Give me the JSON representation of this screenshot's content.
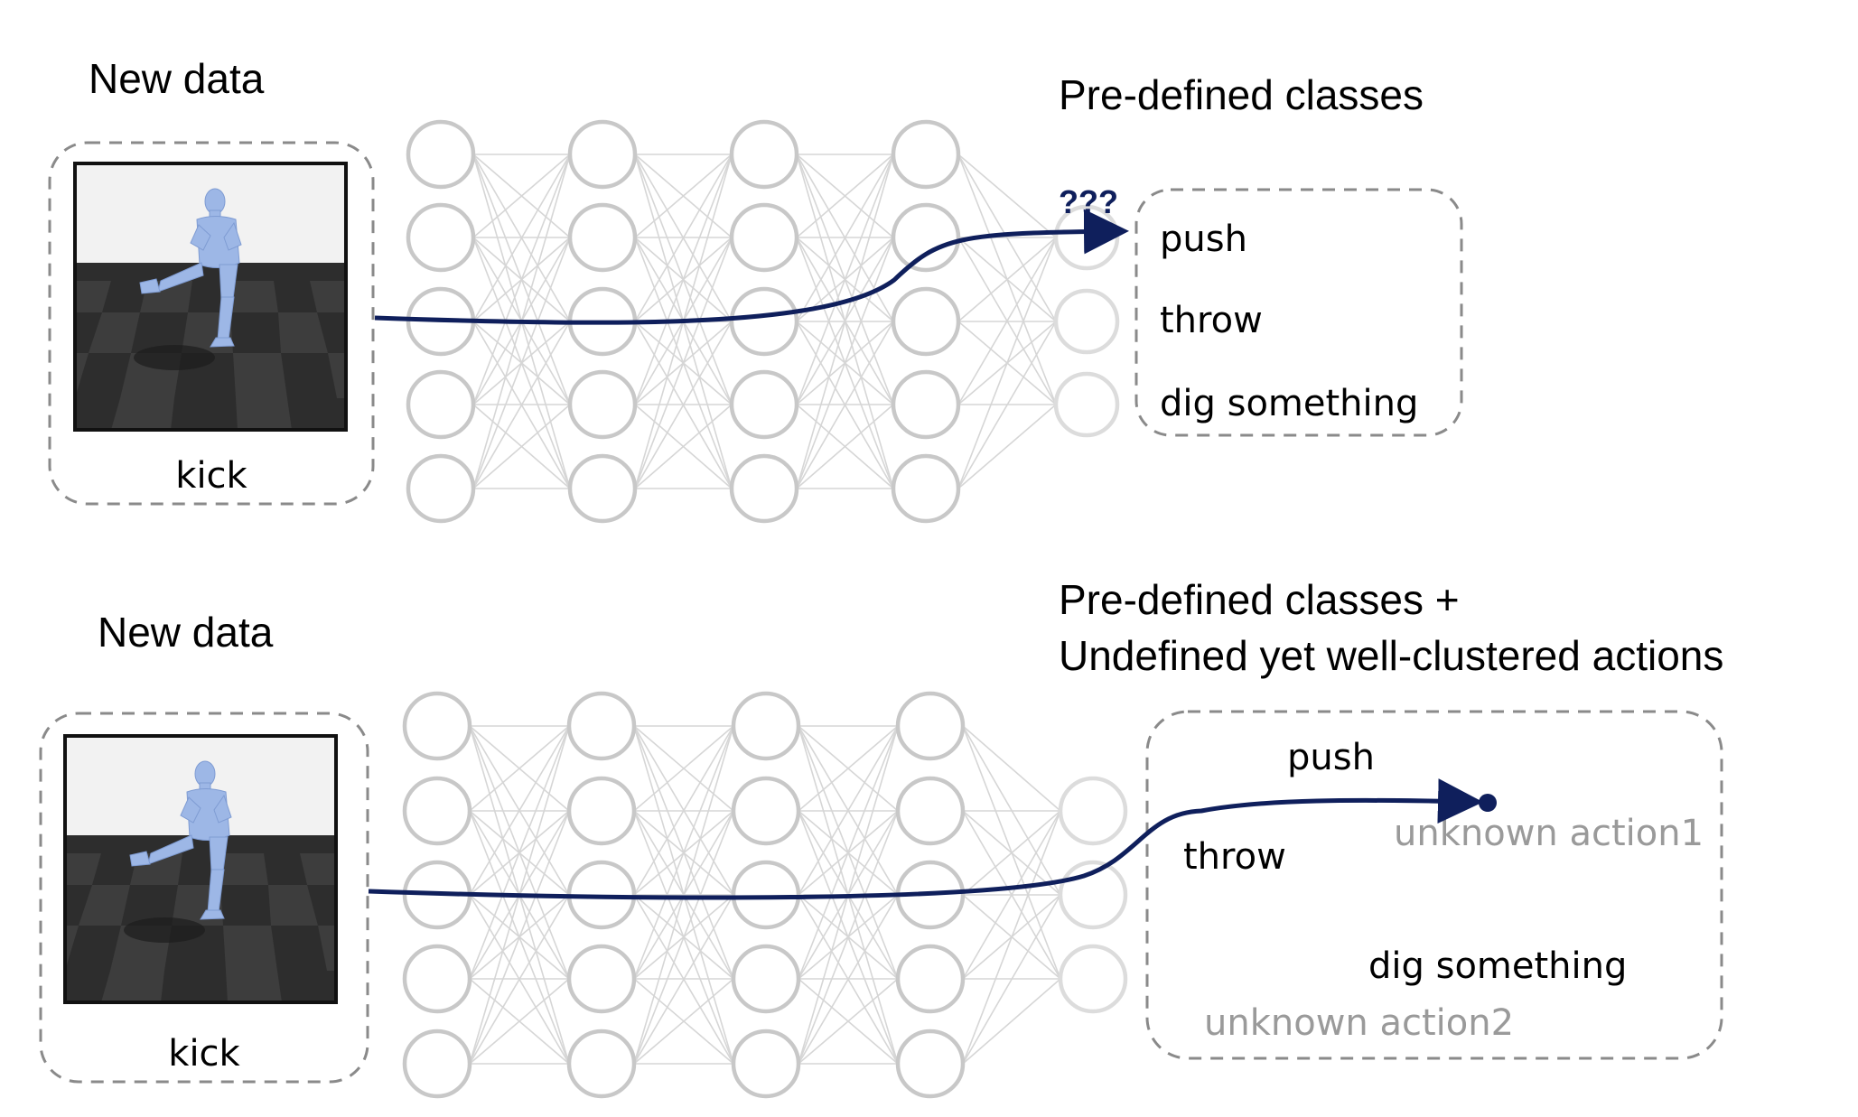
{
  "top": {
    "new_data_label": "New data",
    "sample_label": "kick",
    "classes_title": "Pre-defined classes",
    "uncertain_mark": "???",
    "classes": [
      "push",
      "throw",
      "dig something"
    ]
  },
  "bottom": {
    "new_data_label": "New data",
    "sample_label": "kick",
    "classes_title_line1": "Pre-defined classes +",
    "classes_title_line2": "Undefined yet well-clustered actions",
    "known_classes": [
      "push",
      "throw",
      "dig something"
    ],
    "unknown_classes": [
      "unknown action1",
      "unknown action2"
    ]
  },
  "colors": {
    "arrow": "#0f1f5c",
    "node_stroke": "#c8c8c8",
    "edge": "#d6d6d6",
    "dashed_box": "#8a8a8a",
    "figure_body": "#9db7e6",
    "floor_dark": "#2b2b2b",
    "floor_light": "#3d3d3d",
    "unknown_text": "#9a9a9a"
  }
}
